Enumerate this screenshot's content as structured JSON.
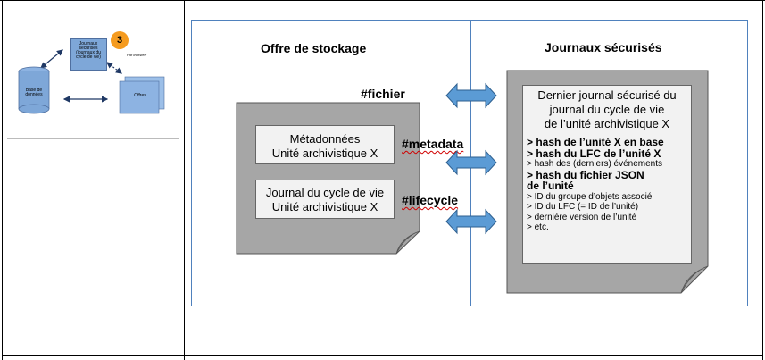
{
  "thumbnail": {
    "database_label": "Base de données",
    "journals_label": "Journaux sécurisés (journaux du cycle de vie)",
    "offers_label": "Offres",
    "step_number": "3",
    "by_transfer_label": "Par transfert"
  },
  "diagram": {
    "left_title": "Offre de stockage",
    "right_title": "Journaux sécurisés",
    "tag_fichier": "#fichier",
    "tag_metadata": "#metadata",
    "tag_lifecycle": "#lifecycle",
    "metadata_box_line1": "Métadonnées",
    "metadata_box_line2": "Unité archivistique X",
    "lifecycle_box_line1": "Journal du cycle de vie",
    "lifecycle_box_line2": "Unité archivistique X",
    "journal_title_line1": "Dernier journal sécurisé du",
    "journal_title_line2": "journal du cycle de vie",
    "journal_title_line3": "de l’unité archivistique X",
    "items": {
      "hash_unit": "> hash de l’unité X en base",
      "hash_lfc": "> hash du LFC de l’unité X",
      "hash_events": "> hash des (derniers) événements",
      "hash_json_1": "> hash du fichier JSON",
      "hash_json_2": "de l’unité",
      "id_group": "> ID du groupe d’objets associé",
      "id_lfc": "> ID du LFC (= ID de l’unité)",
      "last_version": "> dernière version de l’unité",
      "etc": "> etc."
    }
  },
  "colors": {
    "accent_blue": "#5b9bd5",
    "diagram_border": "#4f81bd",
    "doc_gray": "#a6a6a6",
    "thumb_blue": "#7ea7d8",
    "step_orange": "#f59b1f"
  }
}
